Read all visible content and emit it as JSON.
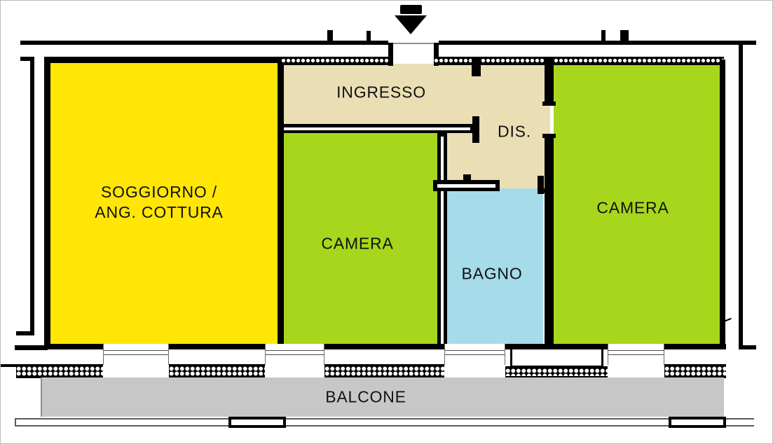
{
  "rooms": {
    "ingresso": {
      "label": "INGRESSO",
      "color": "#eadfb4"
    },
    "dis": {
      "label": "DIS.",
      "color": "#eadfb4"
    },
    "soggiorno": {
      "label_line1": "SOGGIORNO /",
      "label_line2": "ANG. COTTURA",
      "color": "#ffe605"
    },
    "camera_mid": {
      "label": "CAMERA",
      "color": "#a7d71c"
    },
    "bagno": {
      "label": "BAGNO",
      "color": "#a6dbe9"
    },
    "camera_right": {
      "label": "CAMERA",
      "color": "#a7d71c"
    },
    "balcone": {
      "label": "BALCONE",
      "color": "#c7c7c7"
    }
  },
  "structure": {
    "wall_color": "#000000",
    "entrance_arrow": "down"
  }
}
